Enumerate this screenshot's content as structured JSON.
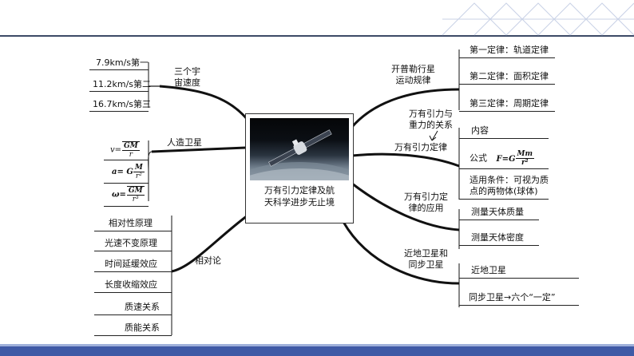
{
  "center": {
    "title_line1": "万有引力定律及航",
    "title_line2": "天科学进步无止境"
  },
  "left_branches": {
    "cosmic_velocity": {
      "label_line1": "三个宇",
      "label_line2": "宙速度",
      "items": [
        "7.9km/s第一",
        "11.2km/s第二",
        "16.7km/s第三"
      ]
    },
    "artificial_satellite": {
      "label": "人造卫星",
      "formulas": {
        "v": {
          "lhs": "v=",
          "num": "GM",
          "den": "r"
        },
        "a": {
          "lhs": "a= G",
          "num": "M",
          "den": "r²"
        },
        "omega": {
          "lhs": "ω=",
          "num": "GM",
          "den": "r³"
        }
      }
    },
    "relativity": {
      "label": "相对论",
      "items": [
        "相对性原理",
        "光速不变原理",
        "时间延缓效应",
        "长度收缩效应",
        "质速关系",
        "质能关系"
      ]
    }
  },
  "right_branches": {
    "kepler": {
      "label_line1": "开普勒行星",
      "label_line2": "运动规律",
      "items": [
        "第一定律：轨道定律",
        "第二定律：面积定律",
        "第三定律：周期定律"
      ]
    },
    "gravitation": {
      "relation_line1": "万有引力与",
      "relation_line2": "重力的关系",
      "label": "万有引力定律",
      "content": "内容",
      "formula_prefix": "公式",
      "formula_lhs": "F=G",
      "formula_num": "Mm",
      "formula_den": "r²",
      "conditions_line1": "适用条件：可视为质",
      "conditions_line2": "点的两物体(球体)"
    },
    "application": {
      "label_line1": "万有引力定",
      "label_line2": "律的应用",
      "items": [
        "测量天体质量",
        "测量天体密度"
      ]
    },
    "near_earth": {
      "label_line1": "近地卫星和",
      "label_line2": "同步卫星",
      "items": [
        "近地卫星",
        "同步卫星→六个“一定”"
      ]
    }
  },
  "colors": {
    "line": "#222222",
    "accent_bar": "#3f5aa6",
    "header_rule": "#3c4a66"
  }
}
